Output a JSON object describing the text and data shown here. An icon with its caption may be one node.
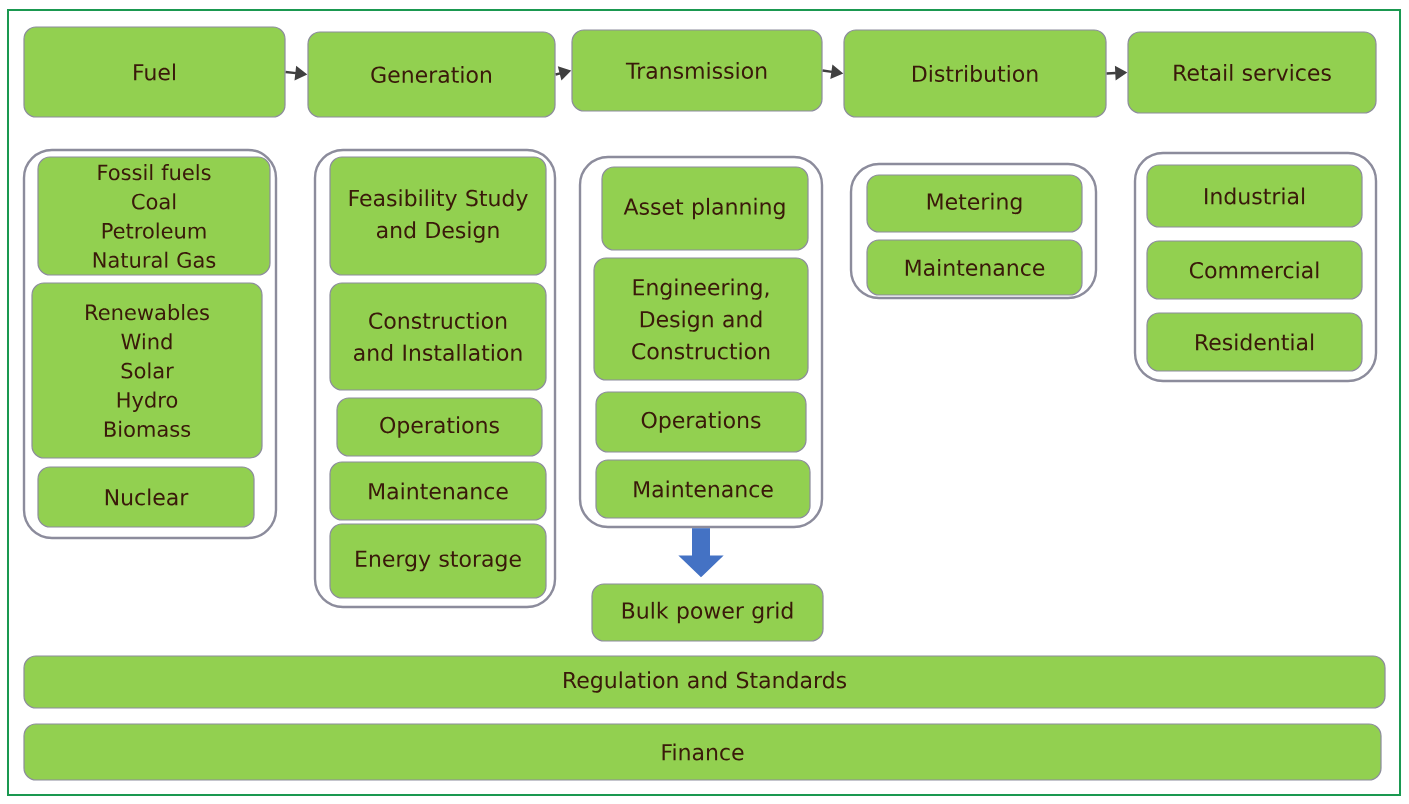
{
  "diagram": {
    "nodes": [
      {
        "text": [
          "Fuel"
        ]
      },
      {
        "text": [
          "Generation"
        ]
      },
      {
        "text": [
          "Transmission"
        ]
      },
      {
        "text": [
          "Distribution"
        ]
      },
      {
        "text": [
          "Retail services"
        ]
      },
      {
        "text": [],
        "shape": "box"
      },
      {
        "text": [
          "Fossil fuels",
          "Coal",
          "Petroleum",
          "Natural Gas"
        ],
        "in": 5
      },
      {
        "text": [
          "Renewables",
          "Wind",
          "Solar",
          "Hydro",
          "Biomass"
        ],
        "in": 5
      },
      {
        "text": [
          "Nuclear"
        ],
        "in": 5
      },
      {
        "text": [],
        "shape": "box"
      },
      {
        "text": [
          "Feasibility Study and Design"
        ],
        "in": 9
      },
      {
        "text": [
          "Construction and Installation"
        ],
        "in": 9
      },
      {
        "text": [
          "Operations"
        ],
        "in": 9
      },
      {
        "text": [
          "Maintenance"
        ],
        "in": 9
      },
      {
        "text": [
          "Energy storage"
        ],
        "in": 9
      },
      {
        "text": [],
        "shape": "box"
      },
      {
        "text": [
          "Asset planning"
        ],
        "in": 15
      },
      {
        "text": [
          "Engineering, Design and Construction"
        ],
        "in": 15
      },
      {
        "text": [
          "Operations"
        ],
        "in": 15
      },
      {
        "text": [
          "Maintenance"
        ],
        "in": 15
      },
      {
        "text": [
          "Bulk power grid"
        ]
      },
      {
        "text": [],
        "shape": "box"
      },
      {
        "text": [
          "Metering"
        ],
        "in": 21
      },
      {
        "text": [
          "Maintenance"
        ],
        "in": 21
      },
      {
        "text": [],
        "shape": "box"
      },
      {
        "text": [
          "Industrial"
        ],
        "in": 24
      },
      {
        "text": [
          "Commercial"
        ],
        "in": 24
      },
      {
        "text": [
          "Residential"
        ],
        "in": 24
      },
      {
        "text": [
          "Regulation and Standards"
        ]
      },
      {
        "text": [
          "Finance"
        ]
      }
    ],
    "edges": [
      {
        "from": 0,
        "to": 1,
        "arrow": "to"
      },
      {
        "from": 1,
        "to": 2,
        "arrow": "to"
      },
      {
        "from": 2,
        "to": 3,
        "arrow": "to"
      },
      {
        "from": 3,
        "to": 4,
        "arrow": "to"
      },
      {
        "from": 15,
        "to": 20,
        "arrow": "to",
        "style": "thick",
        "color": "#4472c4"
      }
    ]
  }
}
